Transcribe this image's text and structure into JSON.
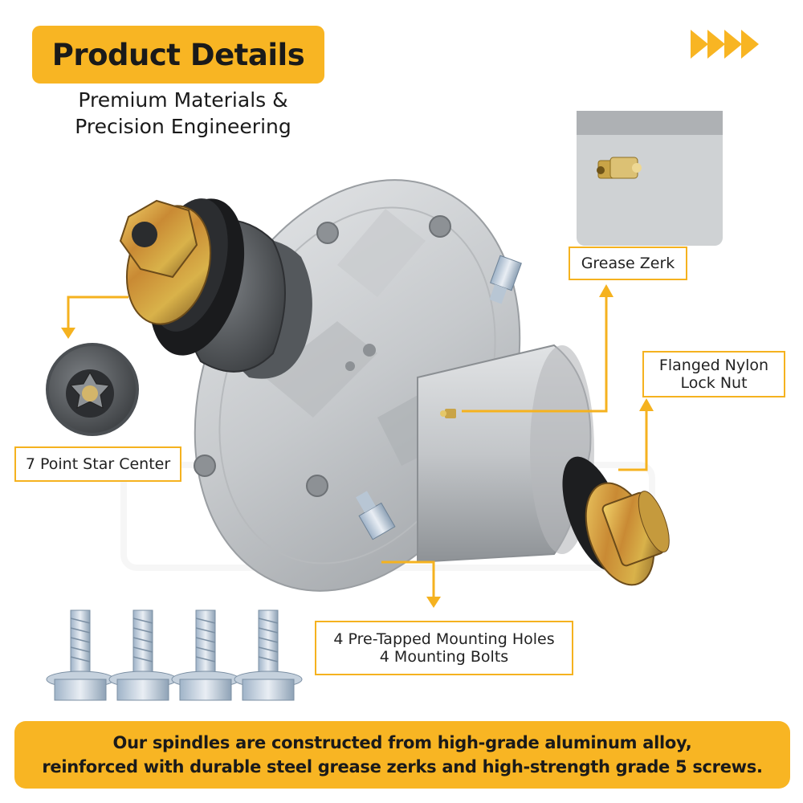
{
  "header": {
    "title": "Product Details",
    "subtitle_line1": "Premium Materials &",
    "subtitle_line2": "Precision Engineering"
  },
  "callouts": {
    "grease_zerk": "Grease Zerk",
    "lock_nut_line1": "Flanged Nylon",
    "lock_nut_line2": "Lock Nut",
    "star_center": "7 Point Star Center",
    "mounting_line1": "4 Pre-Tapped Mounting Holes",
    "mounting_line2": "4 Mounting Bolts"
  },
  "footer": {
    "line1": "Our spindles are constructed from high-grade aluminum alloy,",
    "line2": "reinforced with durable steel grease zerks and high-strength grade 5 screws."
  },
  "colors": {
    "accent": "#f8b523",
    "callout_border": "#f5b21f",
    "text": "#1a1a1a"
  },
  "icons": [
    "chevron-right-icon"
  ]
}
